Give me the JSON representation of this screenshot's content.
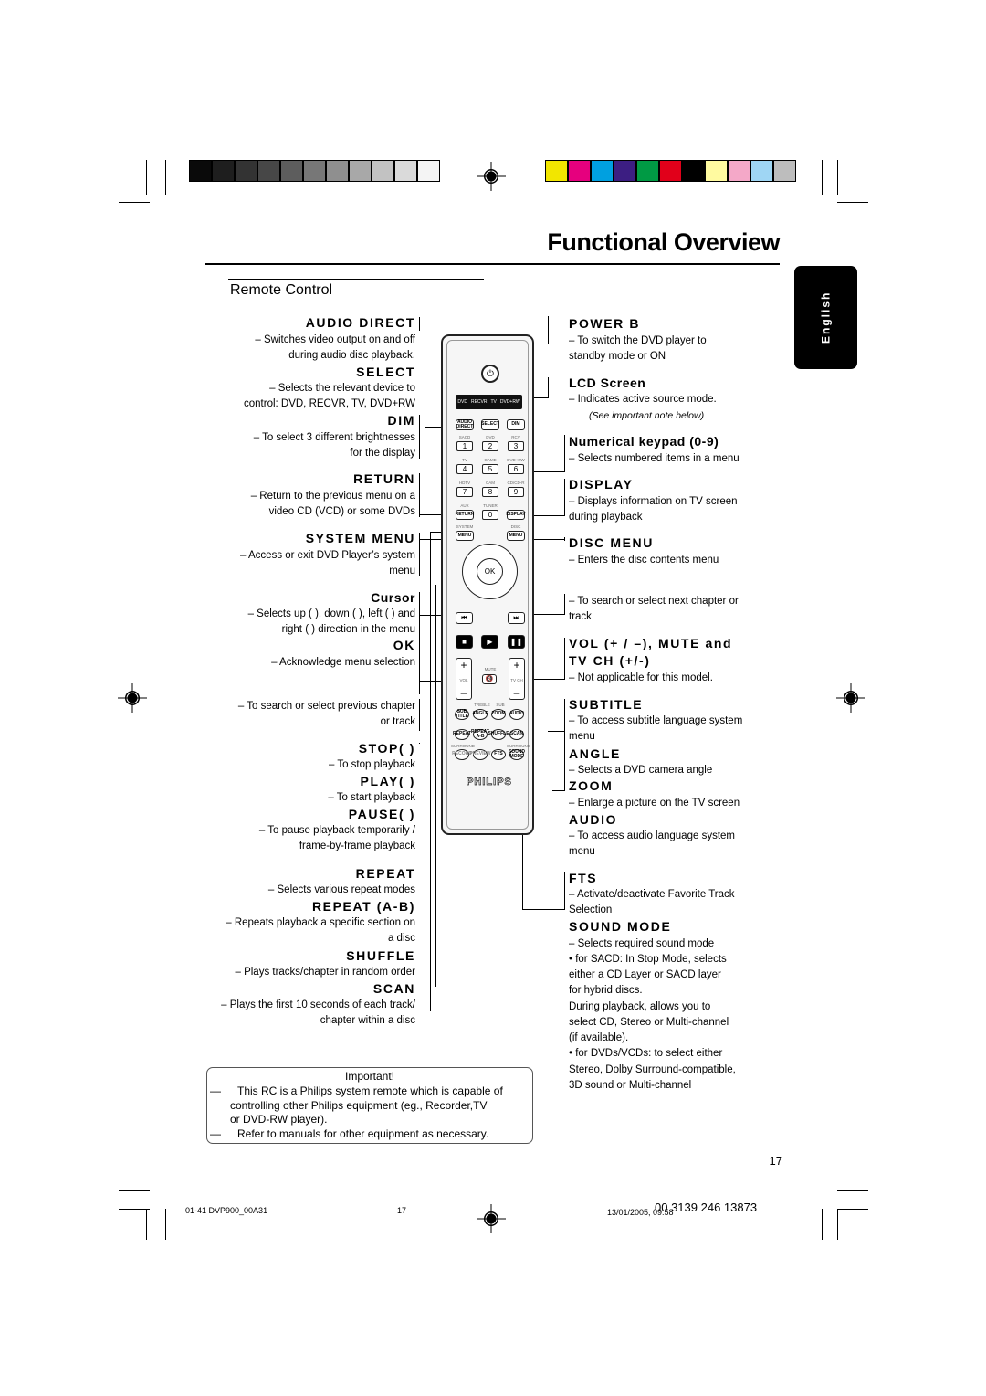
{
  "page": {
    "title": "Functional Overview",
    "section": "Remote Control",
    "language_tab": "English",
    "page_number": "17"
  },
  "calibration": {
    "grays": [
      "#0a0a0a",
      "#1e1e1e",
      "#333333",
      "#474747",
      "#5d5d5d",
      "#777777",
      "#8f8f8f",
      "#a8a8a8",
      "#c2c2c2",
      "#dadada",
      "#f4f4f4"
    ],
    "colors": [
      "#f2e600",
      "#e6007e",
      "#00a0e0",
      "#3c1e82",
      "#009a44",
      "#e1001a",
      "#000000",
      "#fffaa0",
      "#f4a8c8",
      "#9fd6f4",
      "#bdbdbd"
    ]
  },
  "left_items": [
    {
      "name": "audio-direct",
      "heading": "AUDIO DIRECT",
      "desc": [
        "– Switches video output on and off",
        "during audio disc playback."
      ]
    },
    {
      "name": "select",
      "heading": "SELECT",
      "desc": [
        "– Selects the relevant device to",
        "control: DVD, RECVR, TV, DVD+RW"
      ]
    },
    {
      "name": "dim",
      "heading": "DIM",
      "desc": [
        "– To select 3 different brightnesses",
        "for the display"
      ]
    },
    {
      "name": "return",
      "heading": "RETURN",
      "desc": [
        "– Return to the previous menu on a",
        "video CD (VCD) or some DVDs"
      ]
    },
    {
      "name": "system-menu",
      "heading": "SYSTEM MENU",
      "desc": [
        "– Access or exit DVD Player’s system",
        "menu"
      ]
    },
    {
      "name": "cursor",
      "heading": "Cursor",
      "desc": [
        "– Selects up (   ), down (   ), left (   ) and",
        "right (   ) direction in the menu"
      ]
    },
    {
      "name": "ok",
      "heading": "OK",
      "desc": [
        "– Acknowledge menu selection"
      ]
    },
    {
      "name": "previous",
      "heading": "",
      "desc": [
        "– To search or select previous chapter",
        "or track"
      ]
    },
    {
      "name": "stop",
      "heading": "STOP(    )",
      "desc": [
        "– To stop playback"
      ]
    },
    {
      "name": "play",
      "heading": "PLAY(    )",
      "desc": [
        "– To start playback"
      ]
    },
    {
      "name": "pause",
      "heading": "PAUSE(    )",
      "desc": [
        "– To pause playback temporarily /",
        "frame-by-frame playback"
      ]
    },
    {
      "name": "repeat",
      "heading": "REPEAT",
      "desc": [
        "– Selects various repeat modes"
      ]
    },
    {
      "name": "repeat-ab",
      "heading": "REPEAT (A-B)",
      "desc": [
        "– Repeats playback a specific section on",
        "a disc"
      ]
    },
    {
      "name": "shuffle",
      "heading": "SHUFFLE",
      "desc": [
        "– Plays tracks/chapter in random order"
      ]
    },
    {
      "name": "scan",
      "heading": "SCAN",
      "desc": [
        "– Plays the first 10 seconds of each track/",
        "chapter within a disc"
      ]
    }
  ],
  "right_items": [
    {
      "name": "power",
      "heading": "POWER B",
      "desc": [
        "–   To switch the DVD player to",
        "     standby mode or ON"
      ]
    },
    {
      "name": "lcd-screen",
      "heading": "LCD Screen",
      "desc": [
        "–   Indicates active source mode."
      ],
      "note": "(See important note below)"
    },
    {
      "name": "numerical-keypad",
      "heading": "Numerical keypad (0-9)",
      "desc": [
        "–   Selects numbered items in a menu"
      ]
    },
    {
      "name": "display",
      "heading": "DISPLAY",
      "desc": [
        "–   Displays information on TV screen",
        "     during playback"
      ]
    },
    {
      "name": "disc-menu",
      "heading": "DISC MENU",
      "desc": [
        "–   Enters the disc contents menu"
      ]
    },
    {
      "name": "next",
      "heading": "",
      "desc": [
        "–   To search or select next chapter or",
        "     track"
      ]
    },
    {
      "name": "vol-mute",
      "heading": "VOL (+ / –), MUTE and",
      "heading2": "TV CH (+/-)",
      "desc": [
        "–   Not applicable for this model."
      ]
    },
    {
      "name": "subtitle",
      "heading": "SUBTITLE",
      "desc": [
        "–   To access subtitle language system",
        "     menu"
      ]
    },
    {
      "name": "angle",
      "heading": "ANGLE",
      "desc": [
        "–   Selects a DVD camera angle"
      ]
    },
    {
      "name": "zoom",
      "heading": "ZOOM",
      "desc": [
        "–   Enlarge a picture on the TV screen"
      ]
    },
    {
      "name": "audio",
      "heading": "AUDIO",
      "desc": [
        "–   To access audio language system",
        "     menu"
      ]
    },
    {
      "name": "fts",
      "heading": "FTS",
      "desc": [
        "–  Activate/deactivate Favorite Track",
        "    Selection"
      ]
    },
    {
      "name": "sound-mode",
      "heading": "SOUND MODE",
      "desc": [
        "– Selects required sound mode",
        "•    for SACD: In Stop Mode, selects",
        "      either a CD Layer or SACD layer",
        "      for hybrid discs.",
        "      During playback, allows you to",
        "      select CD, Stereo or Multi-channel",
        "      (if available).",
        "•    for DVDs/VCDs: to select either",
        "      Stereo, Dolby Surround-compatible,",
        "      3D sound or Multi-channel"
      ]
    }
  ],
  "remote": {
    "lcd": [
      "DVD",
      "RECVR",
      "TV",
      "DVD+RW"
    ],
    "audio_direct": "AUDIO DIRECT",
    "select": "SELECT",
    "dim": "DIM",
    "keys": [
      "1",
      "2",
      "3",
      "4",
      "5",
      "6",
      "7",
      "8",
      "9",
      "0"
    ],
    "key_labels": [
      "SACD",
      "DVD",
      "RCV",
      "TV",
      "GAME",
      "DVD+RW",
      "HDTV",
      "CAM",
      "CD/CD-R",
      "AUX",
      "TUNER",
      ""
    ],
    "return": "RETURN",
    "display": "DISPLAY",
    "system_menu": "SYSTEM MENU",
    "disc_menu": "DISC MENU",
    "system_lbl": "SYSTEM",
    "disc_lbl": "DISC",
    "menu_lbl": "MENU",
    "ok": "OK",
    "mute": "MUTE",
    "vol": "VOL",
    "tv_ch": "TV CH",
    "row1": [
      "SUB TITLE",
      "ANGLE",
      "ZOOM",
      "AUDIO"
    ],
    "row1_top": [
      "TREBLE",
      "SUB",
      ""
    ],
    "row2": [
      "REPEAT",
      "REPEAT A-B",
      "SHUFFLE",
      "SCAN"
    ],
    "row3": [
      "RECORD",
      "PREVIEW",
      "FTS",
      "SOUND MODE"
    ],
    "row3_top": [
      "SURROUND",
      "",
      "SURROUND"
    ],
    "brand": "PHILIPS"
  },
  "important": {
    "heading": "Important!",
    "lines": [
      "This RC is a Philips system remote which is capable of",
      "controlling other Philips equipment (eg., Recorder,TV",
      "or DVD-RW player).",
      "Refer to manuals for other equipment as necessary."
    ]
  },
  "footer": {
    "left": "01-41 DVP900_00A31",
    "mid": "17",
    "date": "13/01/2005, 09:58",
    "code": "00 3139 246 13873"
  }
}
